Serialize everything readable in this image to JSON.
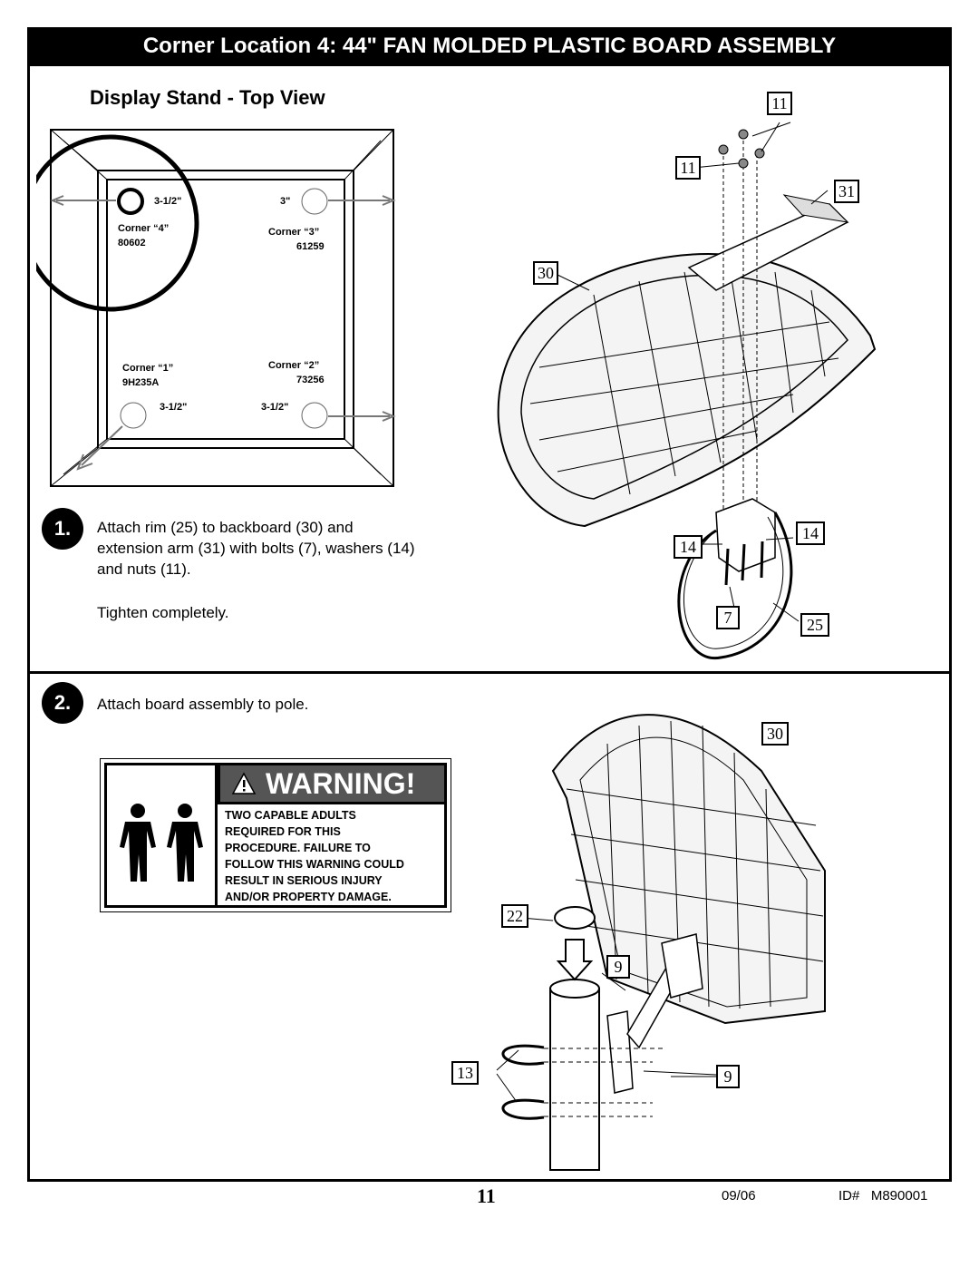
{
  "header": {
    "title": "Corner Location 4: 44\" FAN MOLDED PLASTIC BOARD ASSEMBLY"
  },
  "display_stand": {
    "title": "Display Stand - Top View",
    "corners": {
      "c4": {
        "size": "3-1/2\"",
        "name": "Corner “4”",
        "code": "80602"
      },
      "c3": {
        "size": "3\"",
        "name": "Corner “3”",
        "code": "61259"
      },
      "c1": {
        "size": "3-1/2\"",
        "name": "Corner “1”",
        "code": "9H235A"
      },
      "c2": {
        "size": "3-1/2\"",
        "name": "Corner “2”",
        "code": "73256"
      }
    }
  },
  "step1": {
    "number": "1.",
    "lines": [
      "Attach rim (25) to backboard (30) and",
      "extension arm (31) with bolts (7), washers (14)",
      "and nuts (11)."
    ],
    "note": "Tighten completely."
  },
  "step2": {
    "number": "2.",
    "text": "Attach board assembly to pole."
  },
  "warning": {
    "title": "WARNING!",
    "lines": [
      "TWO CAPABLE ADULTS",
      "REQUIRED FOR THIS",
      "PROCEDURE. FAILURE TO",
      "FOLLOW THIS WARNING COULD",
      "RESULT IN SERIOUS INJURY",
      "AND/OR PROPERTY DAMAGE."
    ]
  },
  "callouts": {
    "a": "11",
    "b": "11",
    "c": "31",
    "d": "30",
    "e": "14",
    "f": "14",
    "g": "7",
    "h": "25",
    "i": "30",
    "j": "22",
    "k": "9",
    "l": "13",
    "m": "9"
  },
  "footer": {
    "page": "11",
    "date": "09/06",
    "id": "ID#   M890001"
  }
}
